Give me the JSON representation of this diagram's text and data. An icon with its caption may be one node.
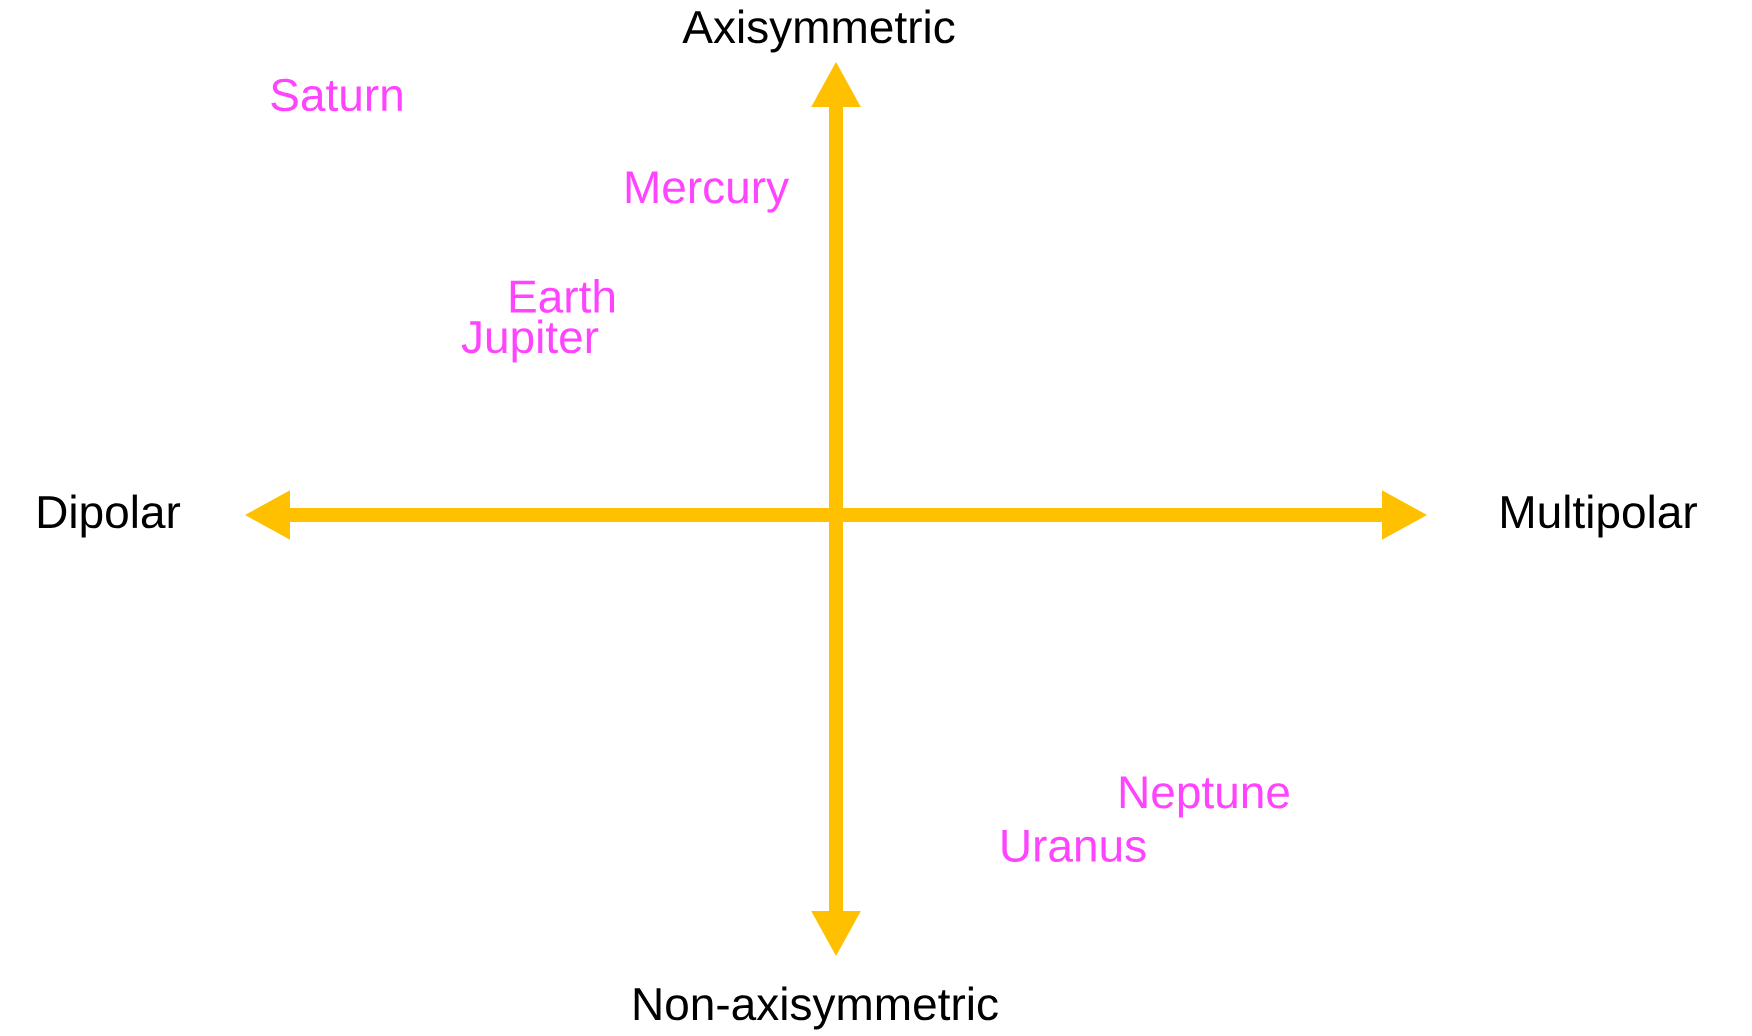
{
  "diagram": {
    "labels": [
      "Axisymmetric",
      "Saturn",
      "Mercury",
      "Earth",
      "Jupiter",
      "Dipolar",
      "Multipolar",
      "Neptune",
      "Uranus",
      "Non-axisymmetric"
    ]
  }
}
